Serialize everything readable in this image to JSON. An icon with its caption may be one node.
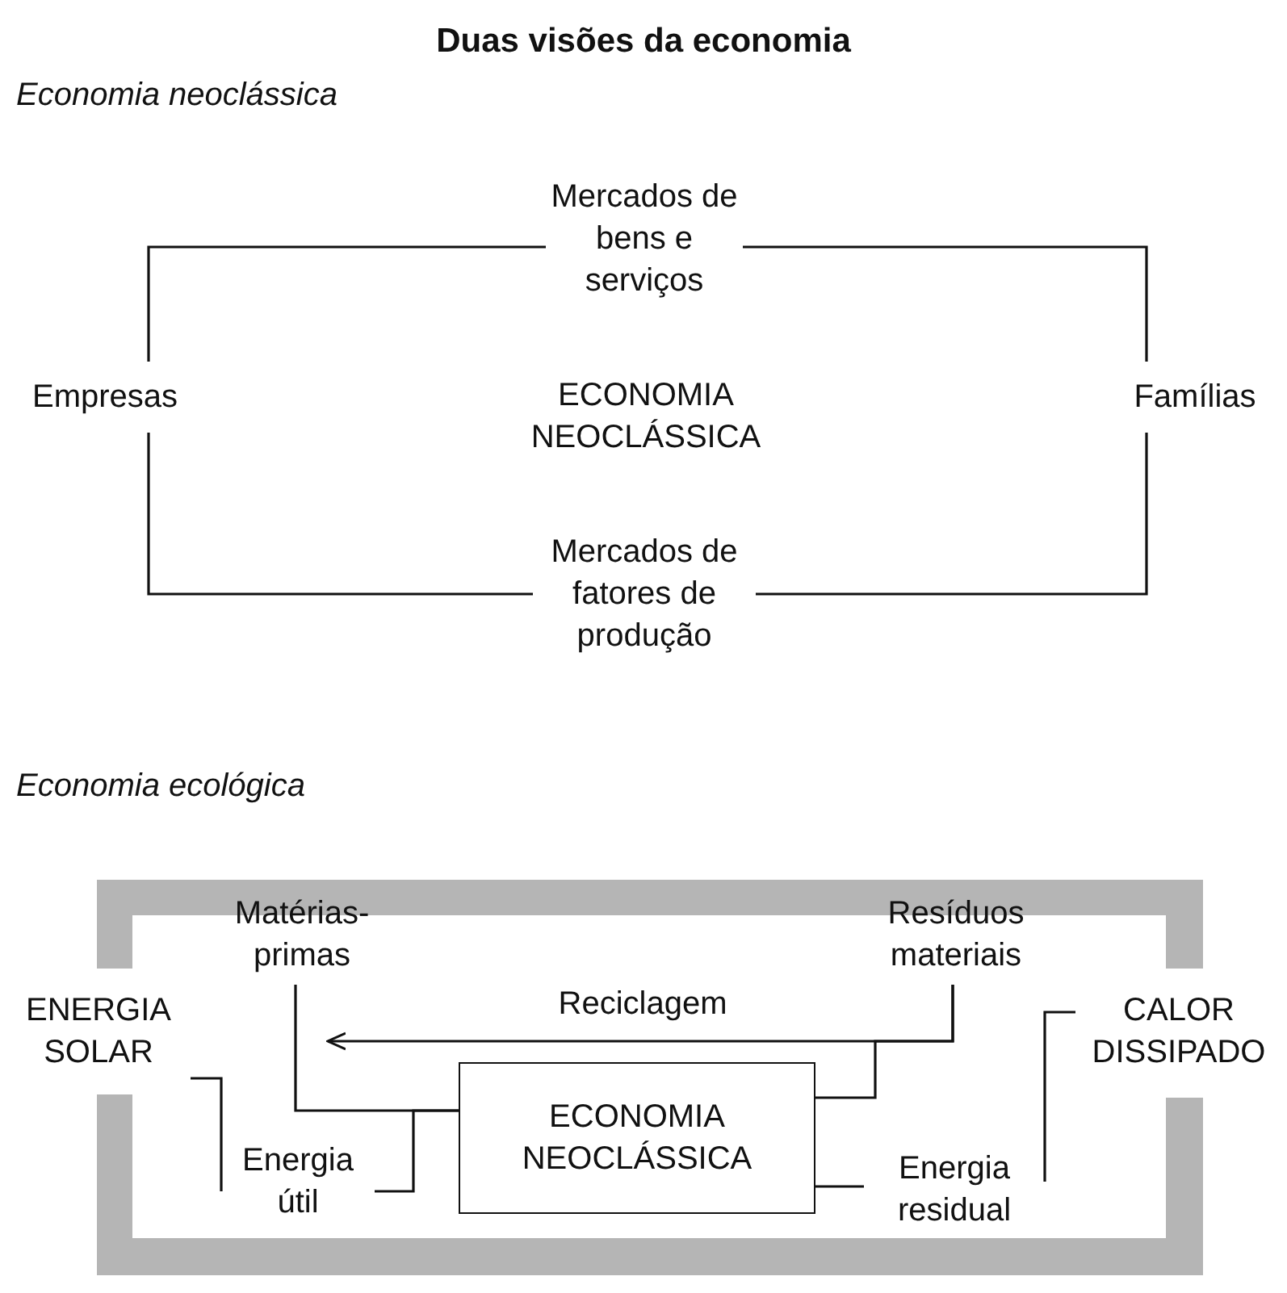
{
  "diagram": {
    "title": "Duas visões da economia",
    "nodes": [
      {
        "text": [
          "Empresas"
        ]
      },
      {
        "text": [
          "Mercados de bens e serviços"
        ]
      },
      {
        "text": [
          "Famílias"
        ]
      },
      {
        "text": [
          "Mercados de fatores de produção"
        ]
      },
      {
        "text": [
          "ENERGIA SOLAR"
        ]
      },
      {
        "text": [
          "Matérias-primas"
        ]
      },
      {
        "text": [
          "Energia útil"
        ]
      },
      {
        "text": [
          "ECONOMIA NEOCLÁSSICA"
        ]
      },
      {
        "text": [
          "Resíduos materiais"
        ]
      },
      {
        "text": [
          "Energia residual"
        ]
      },
      {
        "text": [
          "CALOR DISSIPADO"
        ]
      }
    ],
    "edges": [
      {
        "from": 0,
        "to": 1,
        "arrow": "none"
      },
      {
        "from": 1,
        "to": 2,
        "arrow": "none"
      },
      {
        "from": 2,
        "to": 3,
        "arrow": "none"
      },
      {
        "from": 3,
        "to": 0,
        "arrow": "none"
      },
      {
        "from": 4,
        "to": 6,
        "arrow": "none"
      },
      {
        "from": 6,
        "to": 7,
        "arrow": "none"
      },
      {
        "from": 5,
        "to": 7,
        "arrow": "none"
      },
      {
        "from": 7,
        "to": 8,
        "arrow": "none"
      },
      {
        "from": 8,
        "to": null,
        "arrow": "to",
        "label": "Reciclagem"
      },
      {
        "from": 7,
        "to": 9,
        "arrow": "none"
      },
      {
        "from": 9,
        "to": 10,
        "arrow": "none"
      }
    ],
    "labels": [
      "Economia neoclássica",
      "ECONOMIA NEOCLÁSSICA",
      "Economia ecológica"
    ]
  }
}
